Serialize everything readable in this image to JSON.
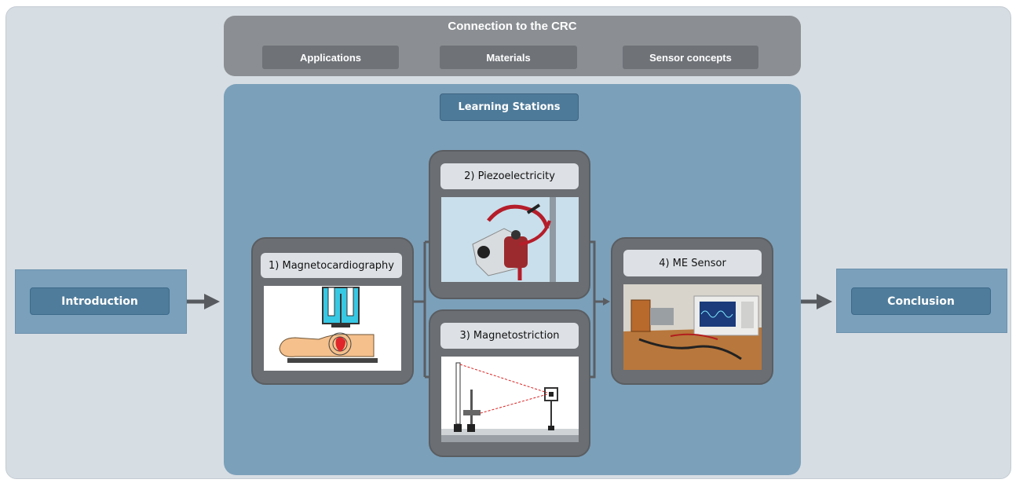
{
  "crc": {
    "title": "Connection to the CRC",
    "buttons": [
      "Applications",
      "Materials",
      "Sensor concepts"
    ]
  },
  "learning_stations": {
    "label": "Learning Stations"
  },
  "introduction": {
    "label": "Introduction"
  },
  "conclusion": {
    "label": "Conclusion"
  },
  "stations": [
    {
      "label": "1) Magnetocardiography",
      "icon": "magnetocardiography-illustration"
    },
    {
      "label": "2) Piezoelectricity",
      "icon": "piezo-experiment-photo"
    },
    {
      "label": "3) Magnetostriction",
      "icon": "magnetostriction-setup-illustration"
    },
    {
      "label": "4) ME Sensor",
      "icon": "me-sensor-oscilloscope-photo"
    }
  ],
  "colors": {
    "background": "#d6dde3",
    "crc_panel": "#8b8f93",
    "stations_panel": "#7ba0ba",
    "dark_button": "#4f7c9b",
    "card": "#6b6e72",
    "arrow": "#575b5f"
  }
}
